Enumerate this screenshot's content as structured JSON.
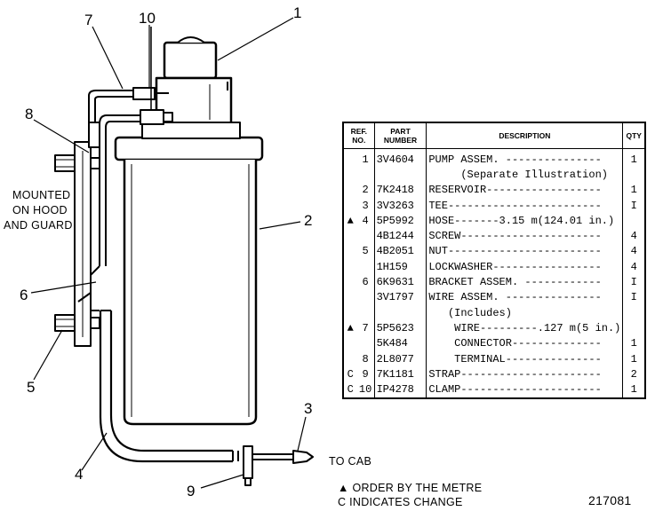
{
  "callouts": {
    "c1": "1",
    "c2": "2",
    "c3": "3",
    "c4": "4",
    "c5": "5",
    "c6": "6",
    "c7": "7",
    "c8": "8",
    "c9": "9",
    "c10": "10"
  },
  "mount_note": [
    "MOUNTED",
    "ON HOOD",
    "AND GUARD"
  ],
  "to_cab": "TO CAB",
  "table": {
    "headers": {
      "ref": [
        "REF.",
        "NO."
      ],
      "part": [
        "PART",
        "NUMBER"
      ],
      "desc": "DESCRIPTION",
      "qty": "QTY"
    },
    "rows": [
      {
        "mark": "",
        "ref": "1",
        "part": "3V4604",
        "desc": "PUMP ASSEM. ---------------",
        "qty": "1"
      },
      {
        "mark": "",
        "ref": "",
        "part": "",
        "desc": "     (Separate Illustration)",
        "qty": ""
      },
      {
        "mark": "",
        "ref": "2",
        "part": "7K2418",
        "desc": "RESERVOIR------------------",
        "qty": "1"
      },
      {
        "mark": "",
        "ref": "3",
        "part": "3V3263",
        "desc": "TEE------------------------",
        "qty": "I"
      },
      {
        "mark": "▲",
        "ref": "4",
        "part": "5P5992",
        "desc": "HOSE-------3.15 m(124.01 in.)",
        "qty": ""
      },
      {
        "mark": "",
        "ref": "",
        "part": "4B1244",
        "desc": "SCREW----------------------",
        "qty": "4"
      },
      {
        "mark": "",
        "ref": "5",
        "part": "4B2051",
        "desc": "NUT------------------------",
        "qty": "4"
      },
      {
        "mark": "",
        "ref": "",
        "part": "1H159",
        "desc": "LOCKWASHER-----------------",
        "qty": "4"
      },
      {
        "mark": "",
        "ref": "6",
        "part": "6K9631",
        "desc": "BRACKET ASSEM. ------------",
        "qty": "I"
      },
      {
        "mark": "",
        "ref": "",
        "part": "3V1797",
        "desc": "WIRE ASSEM. ---------------",
        "qty": "I"
      },
      {
        "mark": "",
        "ref": "",
        "part": "",
        "desc": "   (Includes)",
        "qty": ""
      },
      {
        "mark": "▲",
        "ref": "7",
        "part": "5P5623",
        "desc": "    WIRE---------.127 m(5 in.)",
        "qty": ""
      },
      {
        "mark": "",
        "ref": "",
        "part": "5K484",
        "desc": "    CONNECTOR--------------",
        "qty": "1"
      },
      {
        "mark": "",
        "ref": "8",
        "part": "2L8077",
        "desc": "    TERMINAL---------------",
        "qty": "1"
      },
      {
        "mark": "C",
        "ref": "9",
        "part": "7K1181",
        "desc": "STRAP----------------------",
        "qty": "2"
      },
      {
        "mark": "C",
        "ref": "10",
        "part": "IP4278",
        "desc": "CLAMP----------------------",
        "qty": "1"
      }
    ]
  },
  "legend": {
    "order_by_metre": "▲ ORDER BY THE METRE",
    "indicates_change": "C  INDICATES CHANGE"
  },
  "figure_number": "217081"
}
